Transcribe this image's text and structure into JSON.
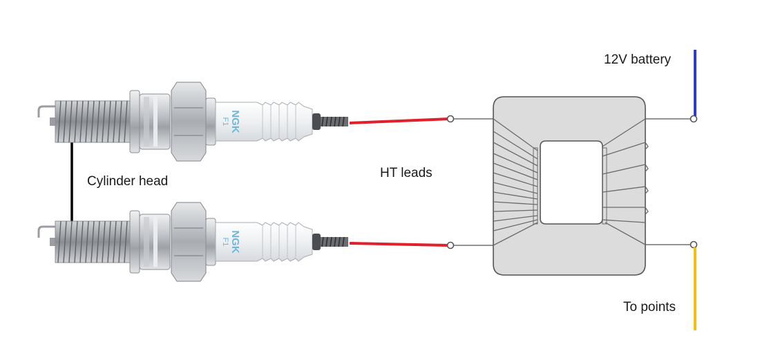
{
  "labels": {
    "cylinder_head": "Cylinder head",
    "ht_leads": "HT leads",
    "battery": "12V battery",
    "points": "To points"
  },
  "plug_branding": {
    "brand": "NGK",
    "mark": "F1"
  },
  "colors": {
    "ht_lead": "#e0202a",
    "battery_wire": "#2a3ec8",
    "points_wire": "#f2bf12",
    "ground_wire": "#000000",
    "coil_body": "#dcdcdc",
    "coil_outline": "#555555",
    "winding": "#6a6a6a",
    "insulator": "#f2f4f6",
    "metal": "#b9bcc0",
    "brand_text": "#6fb6d9"
  }
}
